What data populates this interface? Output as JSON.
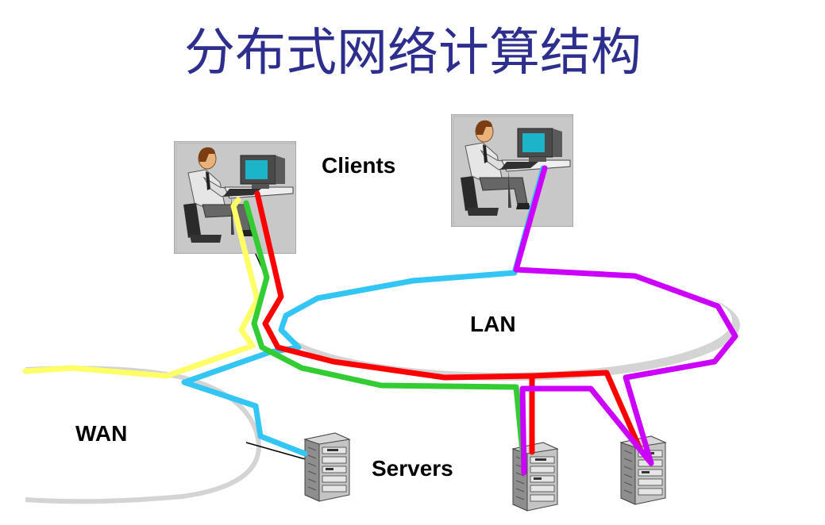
{
  "title": "分布式网络计算结构",
  "labels": {
    "clients": "Clients",
    "lan": "LAN",
    "wan": "WAN",
    "servers": "Servers"
  },
  "colors": {
    "title": "#2e2e8f",
    "cyan_link": "#33c6f4",
    "yellow_link": "#ffff66",
    "green_link": "#33cc33",
    "red_link": "#ff0000",
    "purple_link": "#cc00ff",
    "panel_bg": "#c8c8c8",
    "ring_shadow": "#d4d4d4"
  },
  "icons": [
    "client-workstation-icon",
    "server-tower-icon"
  ]
}
